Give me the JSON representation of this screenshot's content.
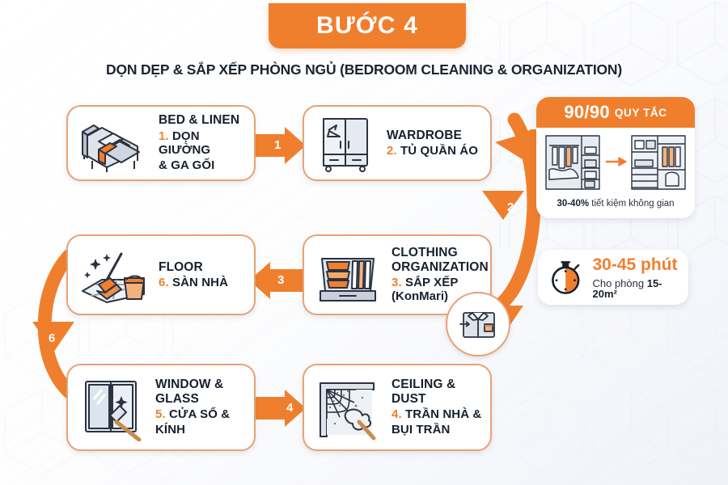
{
  "header": {
    "badge_label": "BƯỚC 4",
    "subtitle": "DỌN DẸP & SẮP XẾP PHÒNG NGỦ (BEDROOM CLEANING & ORGANIZATION)"
  },
  "colors": {
    "accent": "#f07f2d",
    "accent_border": "#e8a273",
    "text_dark": "#17202c",
    "card_bg": "#ffffff",
    "icon_gray": "#8e97a6",
    "icon_fill": "#c8cfda"
  },
  "cards": [
    {
      "id": "bed-linen",
      "icon": "bed-icon",
      "title_en": "BED & LINEN",
      "number": "1.",
      "title_vi_line1": "DỌN GIƯỜNG",
      "title_vi_line2": "& GA GỐI"
    },
    {
      "id": "wardrobe",
      "icon": "wardrobe-icon",
      "title_en": "WARDROBE",
      "number": "2.",
      "title_vi_line1": "TỦ QUẦN ÁO",
      "title_vi_line2": ""
    },
    {
      "id": "clothing-organization",
      "icon": "drawer-folded-clothes-icon",
      "title_en_line1": "CLOTHING",
      "title_en_line2": "ORGANIZATION",
      "number": "3.",
      "title_vi_line1": "SẮP XẾP",
      "title_vi_line2": "(KonMari)"
    },
    {
      "id": "floor",
      "icon": "mop-bucket-icon",
      "title_en": "FLOOR",
      "number": "6.",
      "title_vi_line1": "SÀN NHÀ",
      "title_vi_line2": ""
    },
    {
      "id": "window-glass",
      "icon": "window-squeegee-icon",
      "title_en_line1": "WINDOW &",
      "title_en_line2": "GLASS",
      "number": "5.",
      "title_vi_line1": "CỬA SỔ &",
      "title_vi_line2": "KÍNH"
    },
    {
      "id": "ceiling-dust",
      "icon": "cobweb-duster-icon",
      "title_en": "CEILING & DUST",
      "number": "4.",
      "title_vi_line1": "TRẦN NHÀ &",
      "title_vi_line2": "BỤI TRẦN"
    }
  ],
  "arrows": [
    {
      "id": "arrow-1",
      "label": "1",
      "direction": "right"
    },
    {
      "id": "arrow-2",
      "label": "2",
      "direction": "curve-down-right"
    },
    {
      "id": "arrow-3",
      "label": "3",
      "direction": "left"
    },
    {
      "id": "arrow-4",
      "label": "4",
      "direction": "right"
    },
    {
      "id": "arrow-6",
      "label": "6",
      "direction": "curve-down-left"
    }
  ],
  "rule_panel": {
    "title_number": "90/90",
    "title_text": "QUY TẮC",
    "caption_strong": "30-40%",
    "caption_rest": " tiết kiệm không gian",
    "icon": "wardrobe-before-after-icon"
  },
  "time_panel": {
    "icon": "stopwatch-icon",
    "value": "30-45 phút",
    "note_prefix": "Cho phòng ",
    "note_strong": "15-20m²"
  },
  "shirt_badge": {
    "icon": "folded-shirt-icon"
  }
}
